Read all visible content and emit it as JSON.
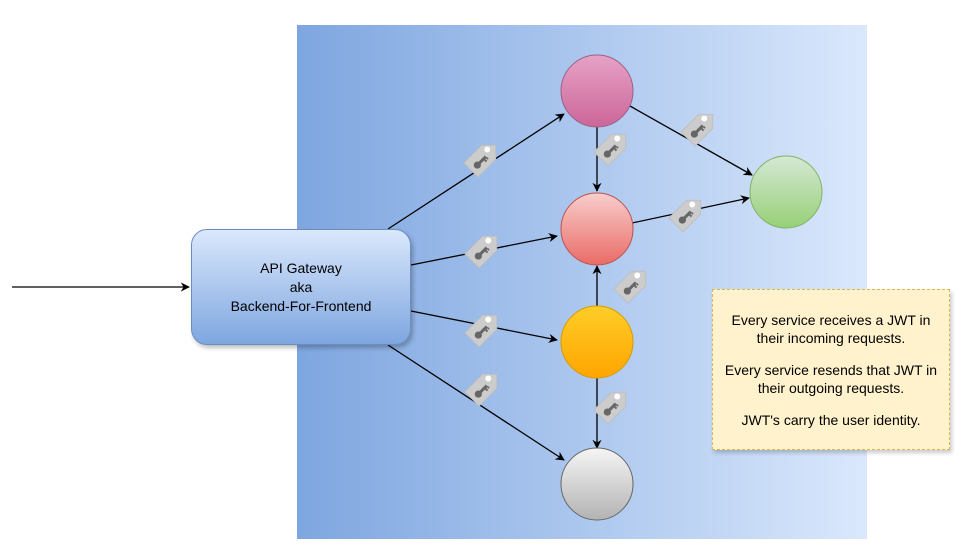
{
  "gateway": {
    "line1": "API Gateway",
    "line2": "aka",
    "line3": "Backend-For-Frontend"
  },
  "note": {
    "p1": "Every service receives a JWT in their incoming requests.",
    "p2": "Every service resends that JWT in their outgoing requests.",
    "p3": "JWT's carry the user identity."
  },
  "services": [
    {
      "id": "pink",
      "fill": "#e6a2c6",
      "fill2": "#cc6699",
      "stroke": "#996185"
    },
    {
      "id": "red",
      "fill": "#f8cecc",
      "fill2": "#ea6b66",
      "stroke": "#b85450"
    },
    {
      "id": "orange",
      "fill": "#ffcd28",
      "fill2": "#ffa500",
      "stroke": "#d79b00"
    },
    {
      "id": "gray",
      "fill": "#f5f5f5",
      "fill2": "#b3b3b3",
      "stroke": "#666666"
    },
    {
      "id": "green",
      "fill": "#d5e8d4",
      "fill2": "#97d077",
      "stroke": "#82b366"
    }
  ],
  "colors": {
    "panel_start": "#7ea6e0",
    "panel_end": "#dae8fc",
    "tag_fill": "#cccccc",
    "tag_icon": "#666666"
  },
  "icons": [
    "jwt-tag-icon",
    "key-icon"
  ]
}
